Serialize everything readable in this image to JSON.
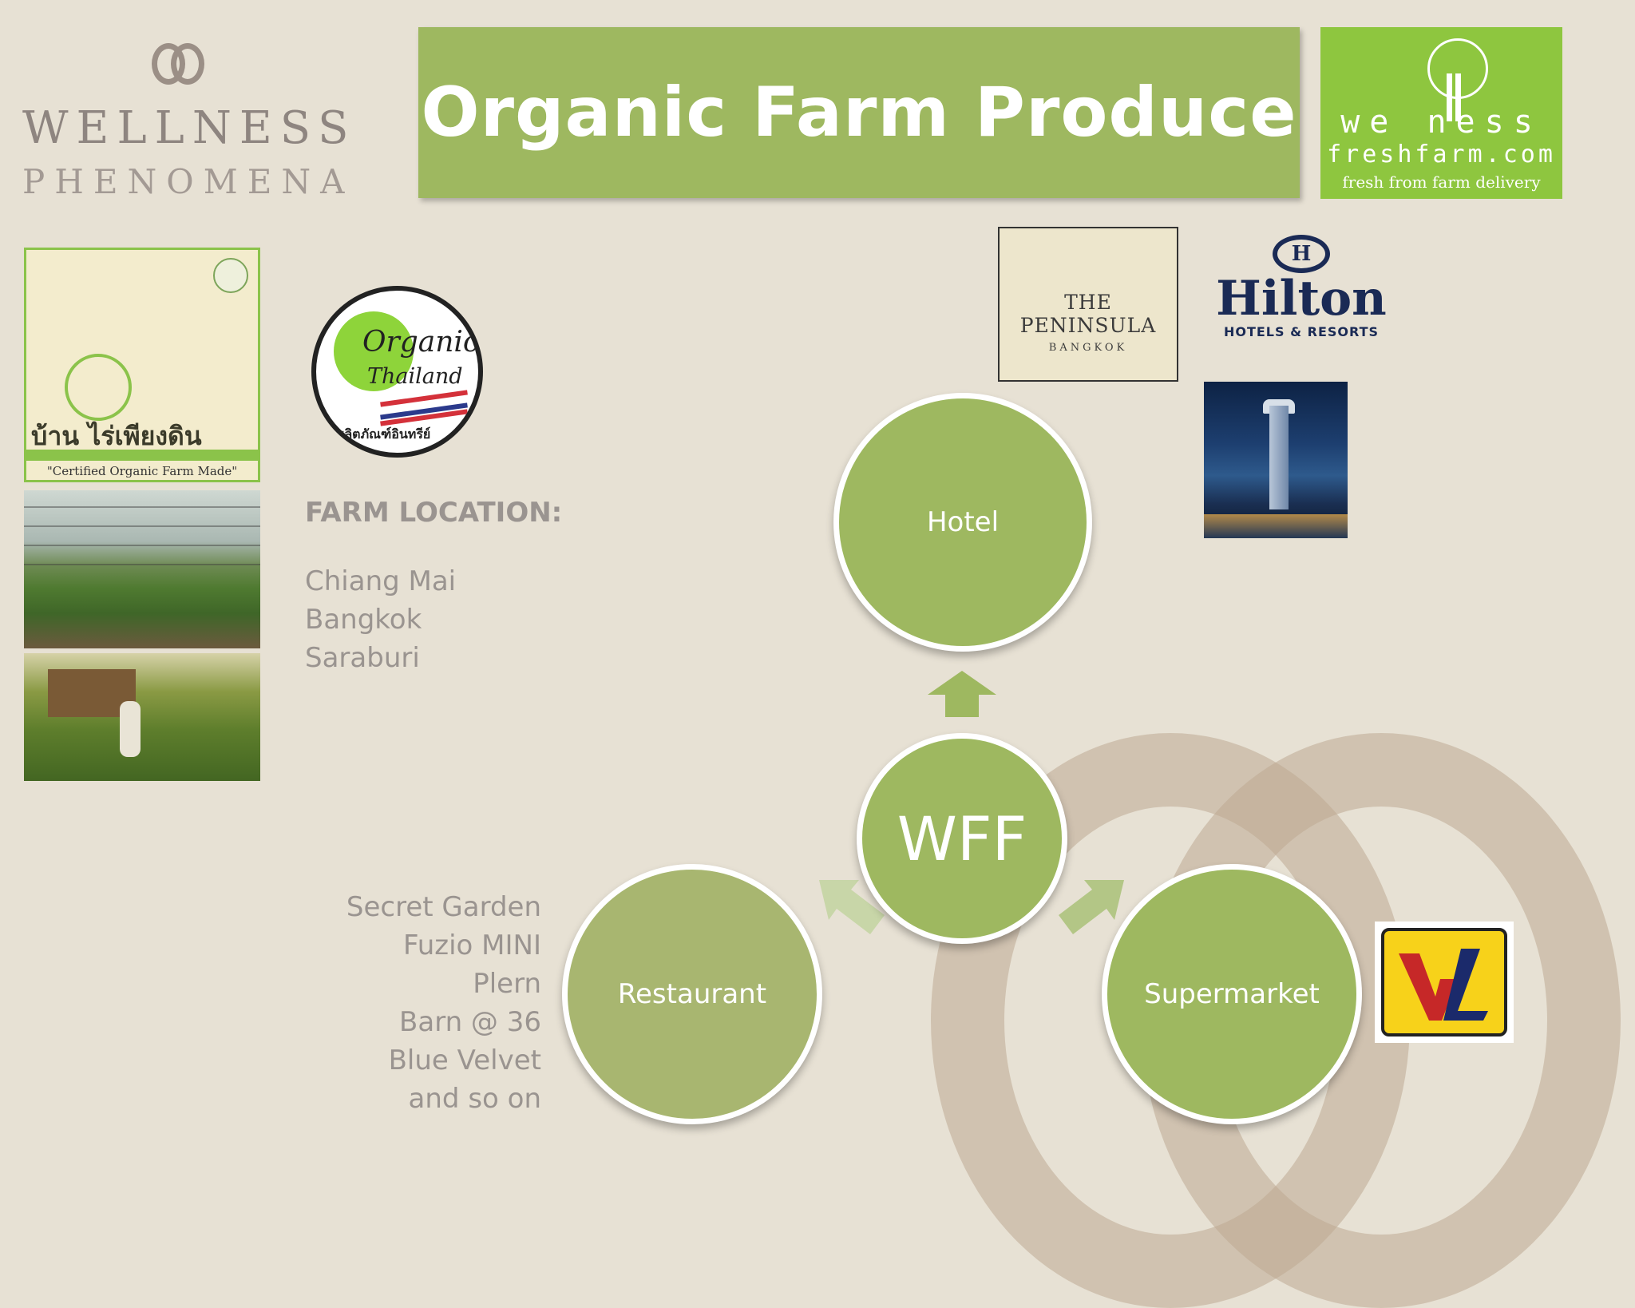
{
  "slide": {
    "title": "Organic Farm Produce"
  },
  "logos": {
    "wellness_phenomena": {
      "line1": "WELLNESS",
      "line2": "PHENOMENA"
    },
    "wellness_freshfarm": {
      "line1": "we  ness",
      "line2": "freshfarm.com",
      "line3": "fresh from farm delivery"
    },
    "farm_sign": {
      "thai": "บ้าน  ไร่เพียงดิน",
      "caption": "\"Certified Organic Farm Made\""
    },
    "organic_thailand": {
      "line1": "Organic",
      "line2": "Thailand",
      "thai": "ผลิตภัณฑ์อินทรีย์"
    },
    "peninsula": {
      "name": "THE PENINSULA",
      "city": "BANGKOK"
    },
    "hilton": {
      "mark": "H",
      "name": "Hilton",
      "sub": "HOTELS & RESORTS"
    }
  },
  "farm_location": {
    "heading": "FARM LOCATION:",
    "places": [
      "Chiang Mai",
      "Bangkok",
      "Saraburi"
    ]
  },
  "restaurants": [
    "Secret Garden",
    "Fuzio MINI",
    "Plern",
    "Barn @ 36",
    "Blue Velvet",
    "and so on"
  ],
  "diagram": {
    "center": "WFF",
    "nodes": {
      "hotel": "Hotel",
      "restaurant": "Restaurant",
      "supermarket": "Supermarket"
    }
  },
  "colors": {
    "background": "#e7e1d4",
    "accent_green": "#9eb860",
    "muted_text": "#9a9490",
    "freshfarm_green": "#8ec63f"
  }
}
